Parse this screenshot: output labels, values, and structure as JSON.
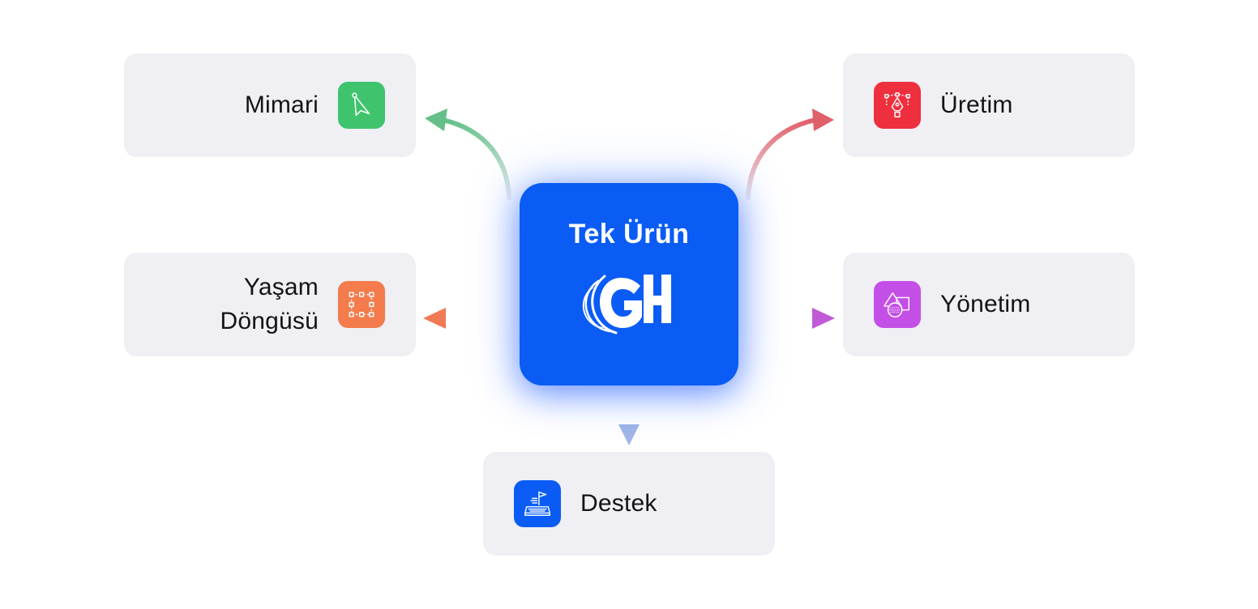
{
  "hub": {
    "title": "Tek Ürün",
    "logo_icon": "gh-logo-icon",
    "color": "#0a5cf5"
  },
  "nodes": {
    "mimari": {
      "label": "Mimari",
      "icon": "cursor-arrow-icon",
      "color": "#3fc46d"
    },
    "uretim": {
      "label": "Üretim",
      "icon": "pen-tool-icon",
      "color": "#ee2f3e"
    },
    "yasam": {
      "label": "Yaşam\nDöngüsü",
      "icon": "bounding-box-icon",
      "color": "#f47b4c"
    },
    "yonetim": {
      "label": "Yönetim",
      "icon": "shapes-icon",
      "color": "#c44fe6"
    },
    "destek": {
      "label": "Destek",
      "icon": "flag-keyboard-icon",
      "color": "#0a5cf5"
    }
  }
}
